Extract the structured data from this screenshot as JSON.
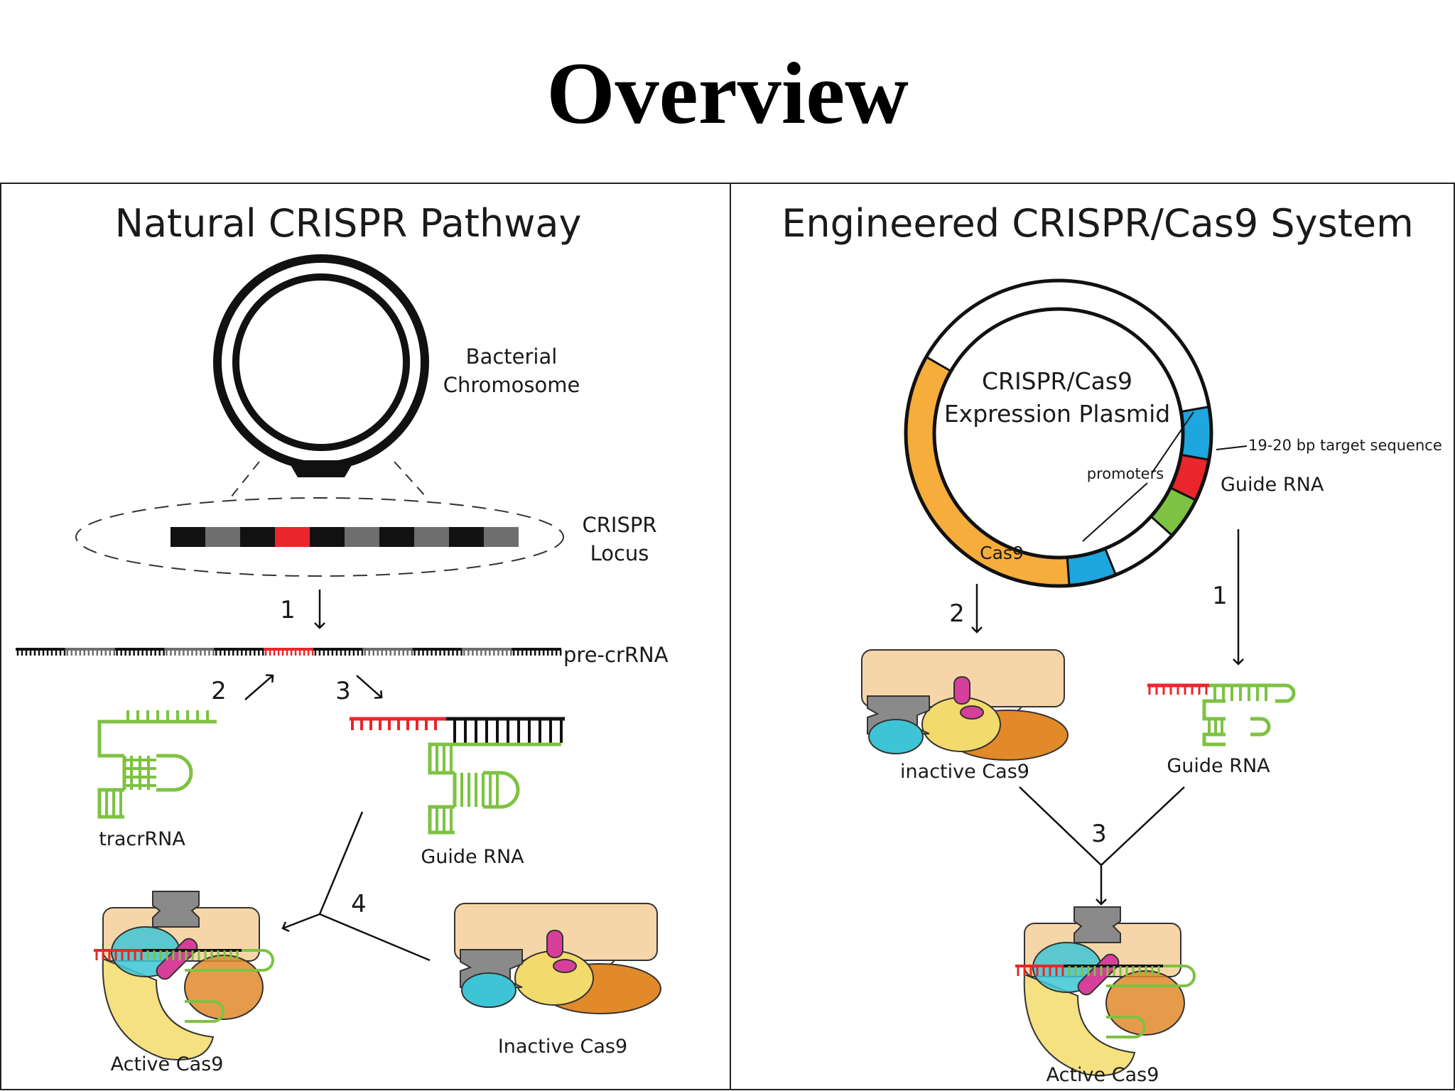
{
  "title": "Overview",
  "left_panel": {
    "heading": "Natural CRISPR Pathway",
    "chromosome_label": [
      "Bacterial",
      "Chromosome"
    ],
    "locus_label": [
      "CRISPR",
      "Locus"
    ],
    "pre_crrna_label": "pre-crRNA",
    "tracrrna_label": "tracrRNA",
    "guide_rna_label": "Guide RNA",
    "active_cas9_label": "Active Cas9",
    "inactive_cas9_label": "Inactive Cas9",
    "steps": [
      "1",
      "2",
      "3",
      "4"
    ]
  },
  "right_panel": {
    "heading": "Engineered CRISPR/Cas9 System",
    "plasmid_label": [
      "CRISPR/Cas9",
      "Expression Plasmid"
    ],
    "target_label": "19-20 bp target sequence",
    "promoters_label": "promoters",
    "plasmid_guide_label": "Guide RNA",
    "cas9_segment_label": "Cas9",
    "inactive_cas9_label": "inactive Cas9",
    "guide_rna_label": "Guide RNA",
    "active_cas9_label": "Active Cas9",
    "steps": [
      "1",
      "2",
      "3"
    ]
  },
  "colors": {
    "black": "#111111",
    "grey": "#6e6e6e",
    "red": "#e8262b",
    "green": "#7dc242",
    "orange": "#f6ad3c",
    "blue": "#1ea6de",
    "tan": "#f6d6a8",
    "cyan": "#3ec5d5",
    "yellow": "#f3da6c",
    "dark_orange": "#e2892a",
    "magenta": "#d6409a",
    "dark_grey": "#8a8a8a"
  }
}
